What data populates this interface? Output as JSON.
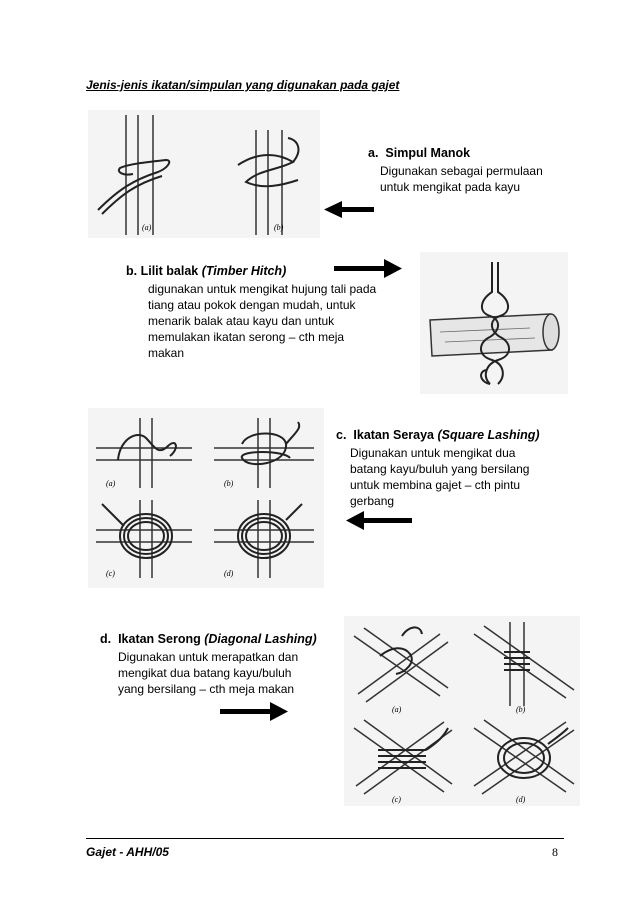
{
  "heading": "Jenis-jenis ikatan/simpulan yang digunakan pada gajet",
  "sections": [
    {
      "letter": "a.",
      "name": "Simpul Manok",
      "english": "",
      "desc": [
        "Digunakan sebagai permulaan",
        "untuk mengikat pada kayu"
      ],
      "arrow": "left"
    },
    {
      "letter": "b.",
      "name": "Lilit balak",
      "english": "(Timber Hitch)",
      "desc": [
        "digunakan untuk mengikat hujung tali pada",
        "tiang atau pokok dengan mudah, untuk",
        "menarik balak atau kayu dan untuk",
        "memulakan ikatan   serong – cth meja",
        "makan"
      ],
      "arrow": "right"
    },
    {
      "letter": "c.",
      "name": "Ikatan Seraya",
      "english": "(Square Lashing)",
      "desc": [
        "Digunakan untuk mengikat dua",
        "batang kayu/buluh yang bersilang",
        "untuk  membina gajet – cth pintu",
        "gerbang"
      ],
      "arrow": "left"
    },
    {
      "letter": "d.",
      "name": "Ikatan Serong",
      "english": "(Diagonal Lashing)",
      "desc": [
        "Digunakan untuk merapatkan dan",
        "mengikat dua batang kayu/buluh",
        "yang bersilang –  cth meja makan"
      ],
      "arrow": "right"
    }
  ],
  "figure_labels": {
    "a": [
      "(a)",
      "(b)"
    ],
    "c": [
      "(a)",
      "(b)",
      "(c)",
      "(d)"
    ],
    "d": [
      "(a)",
      "(b)",
      "(c)",
      "(d)"
    ]
  },
  "footer": {
    "left": "Gajet  -  AHH/05",
    "page": "8"
  }
}
